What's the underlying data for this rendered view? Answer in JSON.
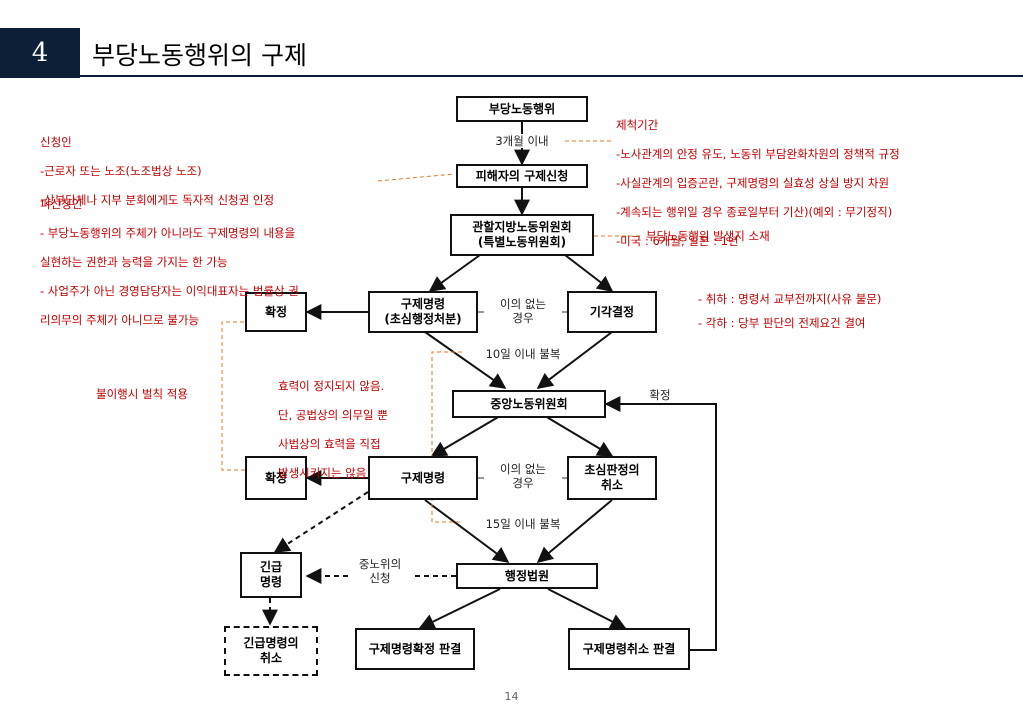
{
  "header": {
    "number": "4",
    "title": "부당노동행위의 구제"
  },
  "nodes": {
    "unfair_labor": "부당노동행위",
    "victim_request": "피해자의 구제신청",
    "regional_commission": "관할지방노동위원회\n(특별노동위원회)",
    "remedy_order_first": "구제명령\n(초심행정처분)",
    "dismissal": "기각결정",
    "confirm_1": "확정",
    "central_commission": "중앙노동위원회",
    "remedy_order_second": "구제명령",
    "cancel_first_decision": "초심판정의\n취소",
    "confirm_2": "확정",
    "urgent_order": "긴급\n명령",
    "administrative_court": "행정법원",
    "cancel_urgent_order": "긴급명령의\n취소",
    "remedy_confirm_ruling": "구제명령확정 판결",
    "remedy_cancel_ruling": "구제명령취소 판결"
  },
  "edge_labels": {
    "within_3_months": "3개월 이내",
    "no_objection_1": "이의 없는\n경우",
    "appeal_10_days": "10일 이내 불복",
    "confirm_back": "확정",
    "no_objection_2": "이의 없는\n경우",
    "appeal_15_days": "15일 이내 불복",
    "central_commission_request": "중노위의\n신청"
  },
  "notes": {
    "applicant": {
      "title": "신청인",
      "lines": [
        "-근로자 또는 노조(노조법상 노조)",
        "-상부단체나 지부 분회에게도 독자적 신청권 인정"
      ]
    },
    "respondent": {
      "title": "피신청인",
      "lines": [
        "- 부당노동행위의 주체가 아니라도 구제명령의 내용을",
        "실현하는 권한과 능력을 가지는 한 가능",
        "- 사업주가 아닌 경영담당자는 이익대표자는 법률상 권",
        "리의무의 주체가 아니므로 불가능"
      ]
    },
    "exclusion_period": {
      "title": "제척기간",
      "lines": [
        "-노사관계의 안정 유도, 노동위 부담완화차원의 정책적 규정",
        "-사실관계의 입증곤란, 구제명령의 실효성 상실 방지 차원",
        "-계속되는 행위일 경우 종료일부터 기산)(예외 : 무기정직)",
        "-미국 : 6개월, 일본 : 1년"
      ]
    },
    "jurisdiction": {
      "text": "부당노동행위 발생지 소재"
    },
    "withdrawal": {
      "text": "- 취하 : 명령서 교부전까지(사유 불문)"
    },
    "dismiss_reason": {
      "text": "- 각하 : 당부 판단의 전제요건 결여"
    },
    "penalty": {
      "text": "불이행시 벌칙 적용"
    },
    "effect": {
      "lines": [
        "효력이 정지되지 않음.",
        "단, 공법상의 의무일 뿐",
        "사법상의 효력을 직접",
        "발생시키지는 않음"
      ]
    }
  },
  "page_number": "14",
  "colors": {
    "header_box": "#0c1f36",
    "note_text": "#c00000",
    "note_connector": "#e07a2e",
    "line": "#111111"
  }
}
